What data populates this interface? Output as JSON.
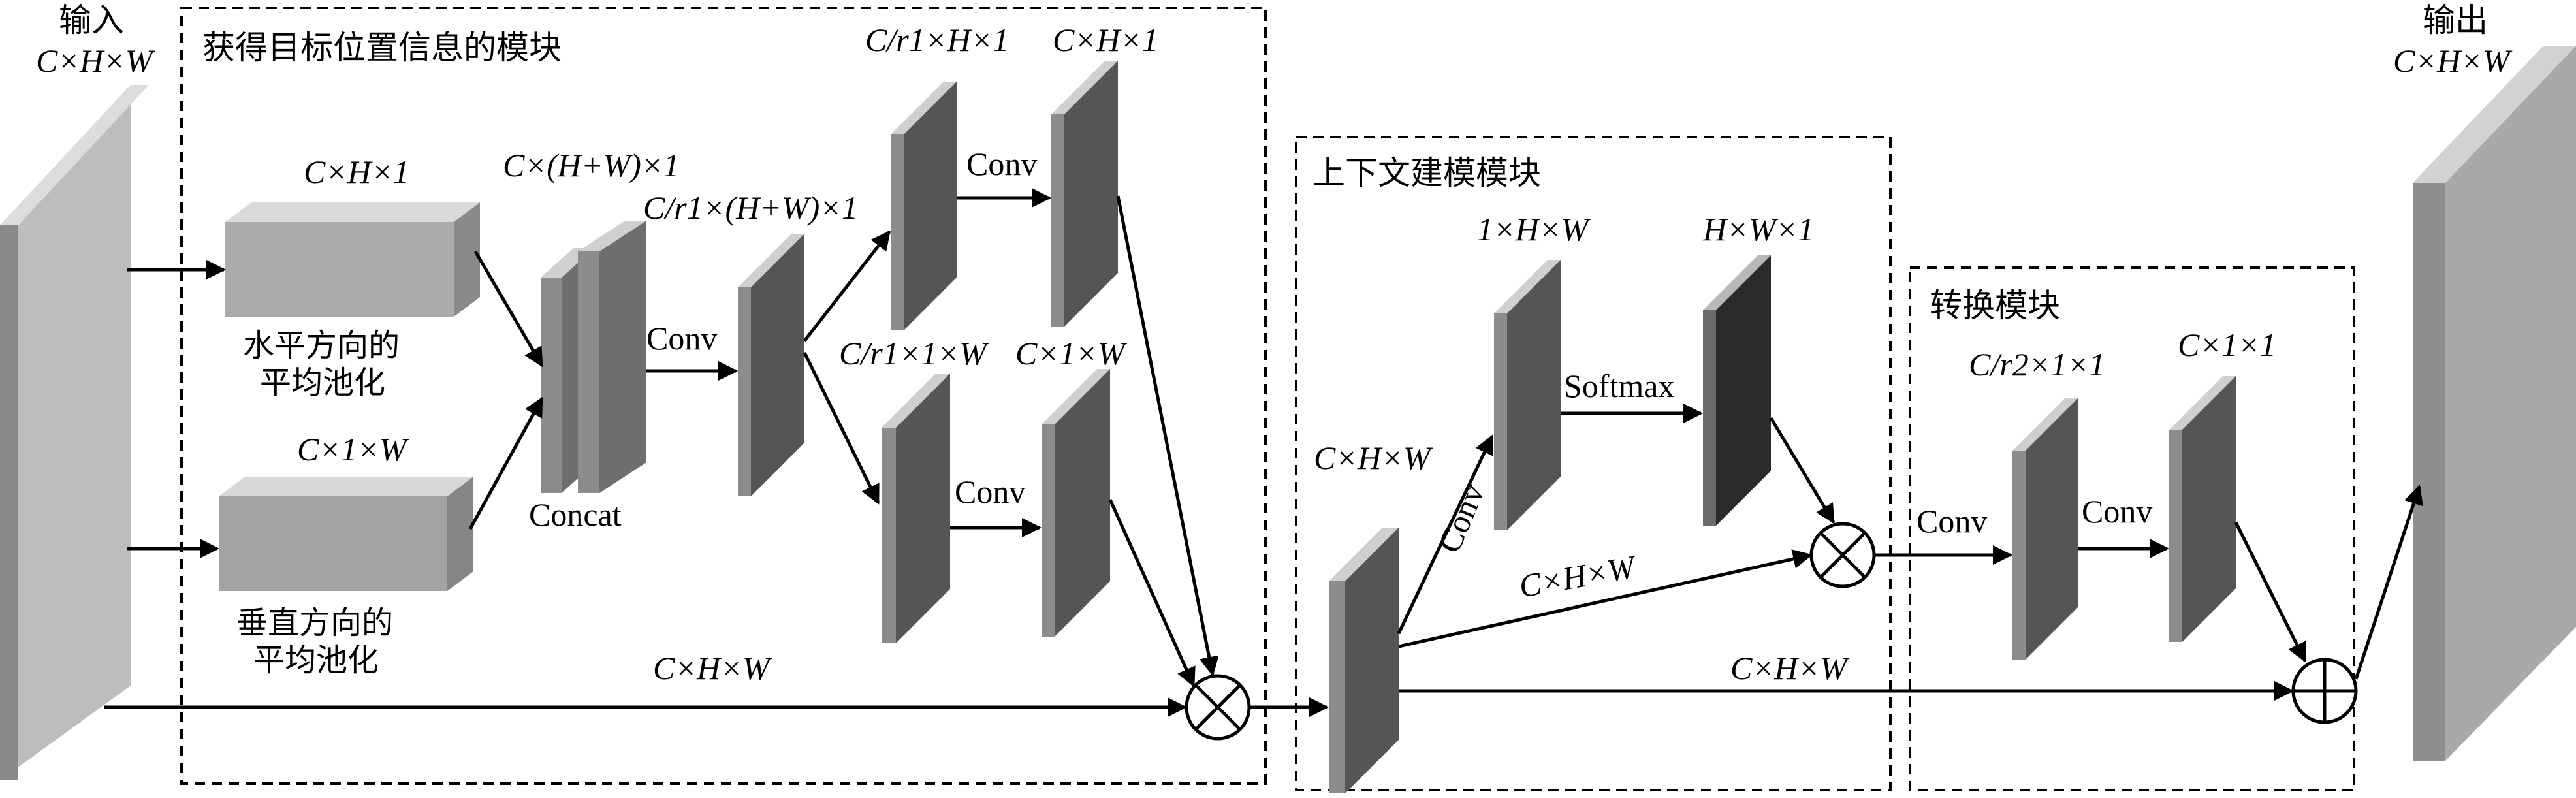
{
  "input": {
    "title": "输入",
    "dims": "C×H×W"
  },
  "output": {
    "title": "输出",
    "dims": "C×H×W"
  },
  "module_position": {
    "title": "获得目标位置信息的模块",
    "pool_h": {
      "dims": "C×H×1",
      "caption_line1": "水平方向的",
      "caption_line2": "平均池化"
    },
    "pool_w": {
      "dims": "C×1×W",
      "caption_line1": "垂直方向的",
      "caption_line2": "平均池化"
    },
    "concat": {
      "dims": "C×(H+W)×1",
      "label": "Concat"
    },
    "conv_reduce": {
      "dims": "C/r1×(H+W)×1",
      "label": "Conv"
    },
    "split_h": {
      "dims": "C/r1×H×1"
    },
    "split_w": {
      "dims": "C/r1×1×W"
    },
    "conv_h": {
      "dims": "C×H×1",
      "label": "Conv"
    },
    "conv_w": {
      "dims": "C×1×W",
      "label": "Conv"
    },
    "skip_dims": "C×H×W"
  },
  "module_context": {
    "title": "上下文建模模块",
    "in_dims": "C×H×W",
    "conv_label": "Conv",
    "key_dims": "1×H×W",
    "softmax_label": "Softmax",
    "attn_dims": "H×W×1",
    "value_dims": "C×H×W",
    "skip_dims": "C×H×W"
  },
  "module_transform": {
    "title": "转换模块",
    "conv1_label": "Conv",
    "conv1_dims": "C/r2×1×1",
    "conv2_label": "Conv",
    "conv2_dims": "C×1×1"
  },
  "colors": {
    "feature_front": "#7a7a7a",
    "feature_side": "#b4b4b4",
    "pool_front": "#a9a9a9",
    "pool_top": "#dcdcdc",
    "dark_front": "#555555",
    "softmax_front": "#2a2a2a"
  }
}
